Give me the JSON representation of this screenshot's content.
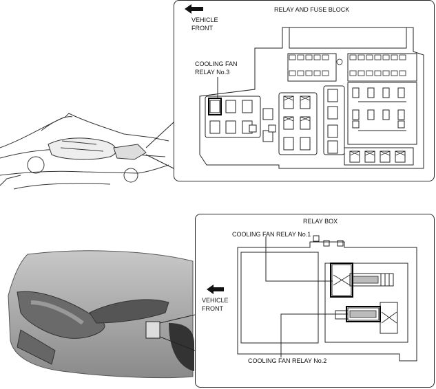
{
  "top_panel": {
    "title": "RELAY AND FUSE BLOCK",
    "vehicle_front": [
      "VEHICLE",
      "FRONT"
    ],
    "callout": [
      "COOLING FAN",
      "RELAY No.3"
    ]
  },
  "bottom_panel": {
    "title": "RELAY BOX",
    "vehicle_front": [
      "VEHICLE",
      "FRONT"
    ],
    "callout_1": "COOLING FAN RELAY No.1",
    "callout_2": "COOLING FAN RELAY No.2"
  }
}
